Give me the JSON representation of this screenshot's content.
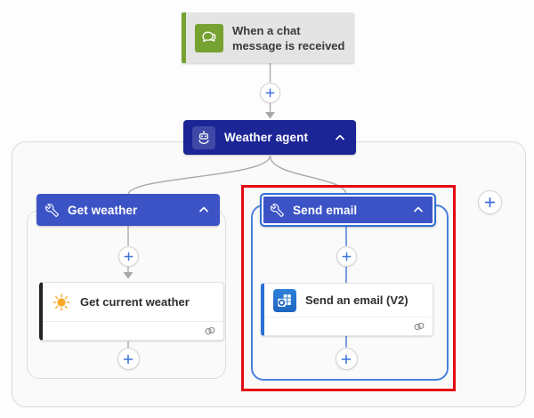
{
  "flow": {
    "trigger": {
      "label": "When a chat message is received"
    },
    "agent": {
      "label": "Weather agent"
    },
    "tools": [
      {
        "header": "Get weather",
        "action": "Get current weather",
        "selected": false
      },
      {
        "header": "Send email",
        "action": "Send an email (V2)",
        "selected": true
      }
    ]
  },
  "icons": {
    "trigger_chip": "chat-bubbles",
    "agent_chip": "robot-head",
    "tool_header": "wrench",
    "collapse": "chevron-up",
    "weather_action": "sun",
    "email_action": "outlook",
    "connection_badge": "link-rings",
    "add": "plus-circle"
  },
  "colors": {
    "trigger_green": "#75A230",
    "trigger_bg": "#E4E4E4",
    "agent_navy": "#1B2596",
    "tool_blue": "#3C53C6",
    "selected_branch_border": "#4A80DA",
    "connector_gray": "#A9A9A9",
    "connector_blue": "#3D74D8",
    "plus_glyph_blue": "#3E74D9",
    "annotation_red": "#E30B12",
    "outlook_blue": "#2577D6",
    "weather_accent_black": "#242424",
    "email_accent_blue": "#2A6FD3"
  }
}
